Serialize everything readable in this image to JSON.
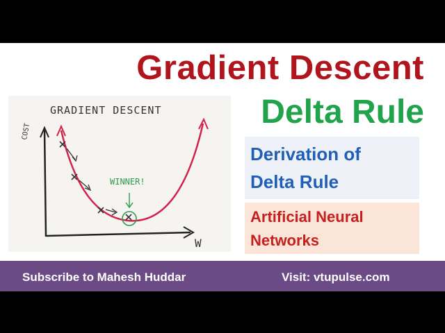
{
  "title": {
    "main": "Gradient Descent",
    "sub": "Delta Rule"
  },
  "sketch": {
    "heading": "GRADIENT DESCENT",
    "y_label": "COST",
    "x_label": "W",
    "annotation": "WINNER!"
  },
  "card_topic": {
    "line1": "Derivation of",
    "line2": "Delta Rule"
  },
  "card_subject": {
    "line1": "Artificial Neural",
    "line2": "Networks"
  },
  "footer": {
    "subscribe_text": "Subscribe to Mahesh Huddar",
    "visit_text": "Visit: vtupulse.com"
  },
  "colors": {
    "main_title": "#b0151d",
    "sub_title": "#20a34a",
    "topic_text": "#1f5fb5",
    "subject_text": "#c42020",
    "footer_bar": "#6b4a86",
    "curve": "#d1224b",
    "winner": "#2f9a4c"
  }
}
